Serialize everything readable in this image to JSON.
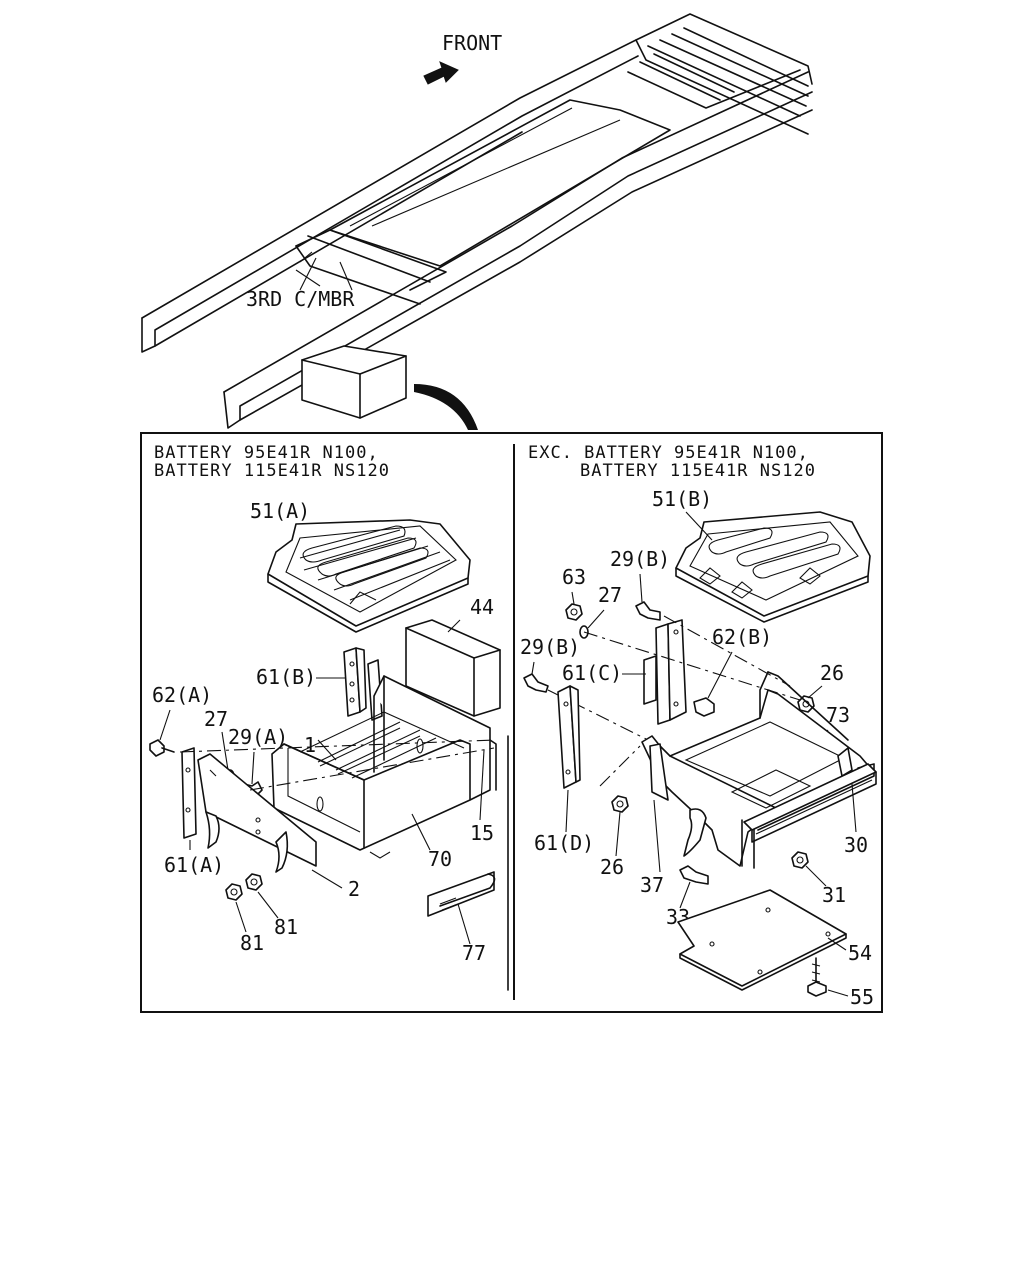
{
  "top": {
    "front_label": "FRONT",
    "crossmember_label": "3RD C/MBR"
  },
  "left_panel": {
    "header_line1": "BATTERY 95E41R N100,",
    "header_line2": "BATTERY 115E41R NS120",
    "parts": {
      "p51a": "51(A)",
      "p44": "44",
      "p61b": "61(B)",
      "p62a": "62(A)",
      "p27": "27",
      "p29a": "29(A)",
      "p1": "1",
      "p15": "15",
      "p70": "70",
      "p61a": "61(A)",
      "p2": "2",
      "p81a": "81",
      "p81b": "81",
      "p77": "77"
    }
  },
  "right_panel": {
    "header_line1": "EXC. BATTERY 95E41R N100,",
    "header_line2": "BATTERY 115E41R NS120",
    "parts": {
      "p51b": "51(B)",
      "p29b1": "29(B)",
      "p63": "63",
      "p27": "27",
      "p62b": "62(B)",
      "p29b2": "29(B)",
      "p61c": "61(C)",
      "p26a": "26",
      "p73": "73",
      "p61d": "61(D)",
      "p26b": "26",
      "p30": "30",
      "p37": "37",
      "p31": "31",
      "p33": "33",
      "p54": "54",
      "p55": "55"
    }
  }
}
